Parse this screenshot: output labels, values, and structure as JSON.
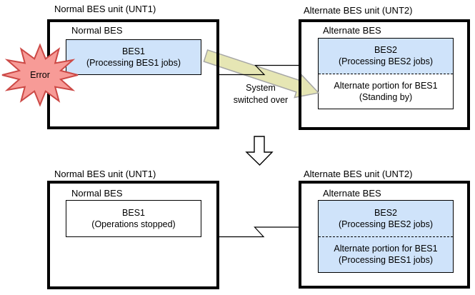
{
  "before": {
    "normal": {
      "title": "Normal BES unit (UNT1)",
      "label": "Normal BES",
      "bes": {
        "line1": "BES1",
        "line2": "(Processing BES1 jobs)"
      },
      "error_label": "Error"
    },
    "alternate": {
      "title": "Alternate BES unit (UNT2)",
      "label": "Alternate BES",
      "bes": {
        "line1": "BES2",
        "line2": "(Processing BES2 jobs)"
      },
      "portion": {
        "line1": "Alternate portion for BES1",
        "line2": "(Standing by)"
      }
    },
    "switch": {
      "line1": "System",
      "line2": "switched over"
    }
  },
  "after": {
    "normal": {
      "title": "Normal BES unit (UNT1)",
      "label": "Normal BES",
      "bes": {
        "line1": "BES1",
        "line2": "(Operations stopped)"
      }
    },
    "alternate": {
      "title": "Alternate BES unit (UNT2)",
      "label": "Alternate BES",
      "bes": {
        "line1": "BES2",
        "line2": "(Processing BES2 jobs)"
      },
      "portion": {
        "line1": "Alternate portion for BES1",
        "line2": "(Processing BES1 jobs)"
      }
    }
  },
  "colors": {
    "active_fill": "#cfe3fa",
    "standby_fill": "#ffffff",
    "switch_arrow_fill": "#e6e6b4",
    "switch_arrow_stroke": "#a6a6a6",
    "error_fill": "#f79b97",
    "error_stroke": "#cc4946",
    "border": "#000000"
  }
}
